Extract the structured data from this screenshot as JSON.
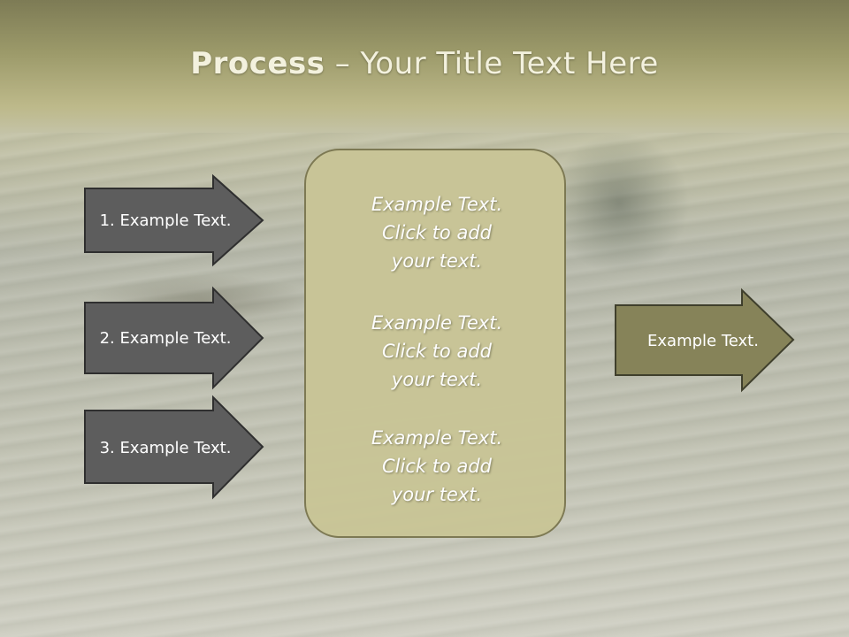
{
  "title": {
    "bold": "Process",
    "rest": " – Your Title Text Here"
  },
  "input_steps": [
    {
      "label": "1. Example Text."
    },
    {
      "label": "2. Example Text."
    },
    {
      "label": "3. Example Text."
    }
  ],
  "center_items": [
    {
      "line1": "Example Text.",
      "line2": "Click  to add",
      "line3": "your text."
    },
    {
      "line1": "Example Text.",
      "line2": "Click  to add",
      "line3": "your text."
    },
    {
      "line1": "Example Text.",
      "line2": "Click  to add",
      "line3": "your text."
    }
  ],
  "output_step": {
    "label": "Example Text."
  },
  "colors": {
    "input_arrow_fill": "#5d5d5d",
    "input_arrow_stroke": "#2f2f2f",
    "output_arrow_fill": "#868359",
    "output_arrow_stroke": "#3f3f2c",
    "center_box_fill": "#c9c597",
    "center_box_stroke": "#7c7852",
    "title_band": "#9c9a6a"
  }
}
